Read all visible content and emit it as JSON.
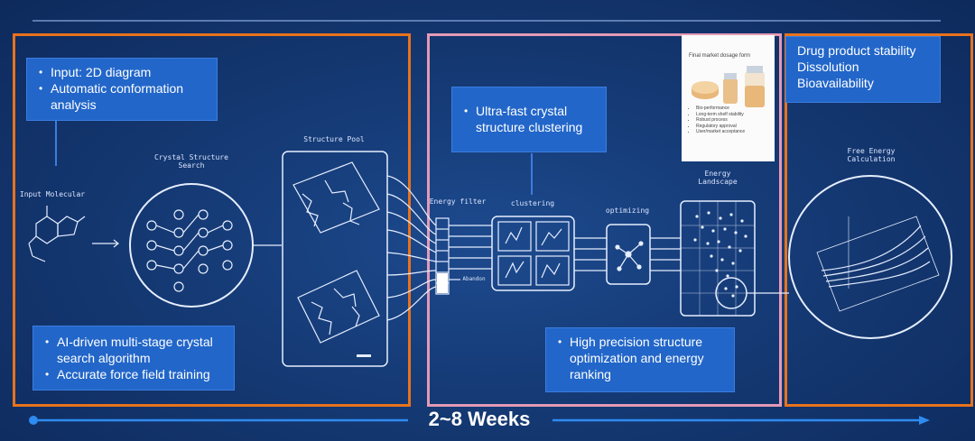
{
  "left": {
    "callout_top": [
      "Input: 2D diagram",
      "Automatic conformation analysis"
    ],
    "callout_bottom": [
      "AI-driven multi-stage crystal search algorithm",
      "Accurate force field training"
    ],
    "input_label": "Input Molecular",
    "search_label": "Crystal Structure Search",
    "pool_label": "Structure Pool"
  },
  "middle": {
    "callout_top": "Ultra-fast crystal structure clustering",
    "callout_bottom": "High precision structure optimization and energy ranking",
    "energy_filter_label": "Energy filter",
    "abandon_label": "Abandon",
    "clustering_label": "clustering",
    "optimizing_label": "optimizing",
    "landscape_label": "Energy Landscape"
  },
  "card": {
    "title": "Final market dosage form",
    "items": [
      "Bio-performance",
      "Long-term shelf stability",
      "Robust process",
      "Regulatory approval",
      "User/market acceptance"
    ]
  },
  "right": {
    "callout": [
      "Drug product stability",
      "Dissolution",
      "Bioavailability"
    ],
    "free_energy_label": "Free Energy Calculation"
  },
  "timeline": {
    "label": "2~8 Weeks"
  },
  "colors": {
    "orange": "#e8731c",
    "pink": "#e49ab6",
    "callout_blue": "#2266c9",
    "line": "#dbe6ff"
  }
}
